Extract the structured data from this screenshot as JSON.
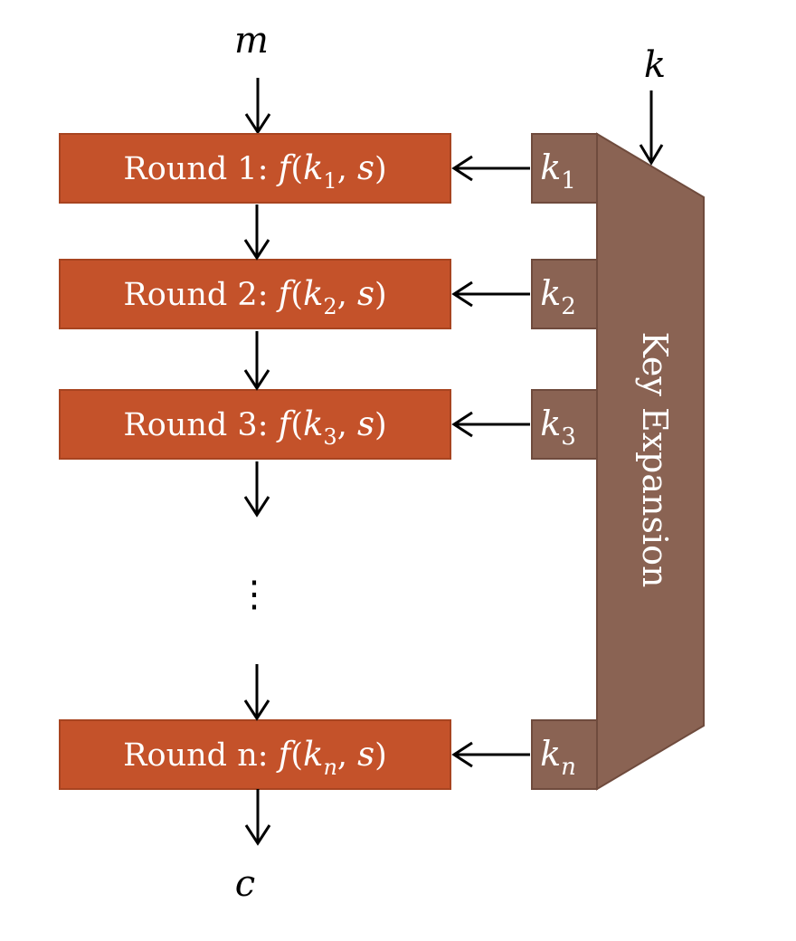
{
  "input": {
    "label": "m"
  },
  "key_input": {
    "label": "k"
  },
  "output": {
    "label": "c"
  },
  "ellipsis": "⋮",
  "expansion": {
    "label": "Key Expansion"
  },
  "rounds": [
    {
      "prefix": "Round 1: ",
      "key_base": "k",
      "key_sub": "1",
      "sub_italic": false
    },
    {
      "prefix": "Round 2: ",
      "key_base": "k",
      "key_sub": "2",
      "sub_italic": false
    },
    {
      "prefix": "Round 3: ",
      "key_base": "k",
      "key_sub": "3",
      "sub_italic": false
    },
    {
      "prefix": "Round n: ",
      "key_base": "k",
      "key_sub": "n",
      "sub_italic": true
    }
  ],
  "formula": {
    "func": "f",
    "open": "(",
    "sep": ", ",
    "state": "s",
    "close": ")"
  },
  "colors": {
    "round_fill": "#c4522a",
    "round_stroke": "#a84420",
    "key_fill": "#8a6353",
    "key_stroke": "#6f4b3d",
    "arrow": "#000000"
  }
}
